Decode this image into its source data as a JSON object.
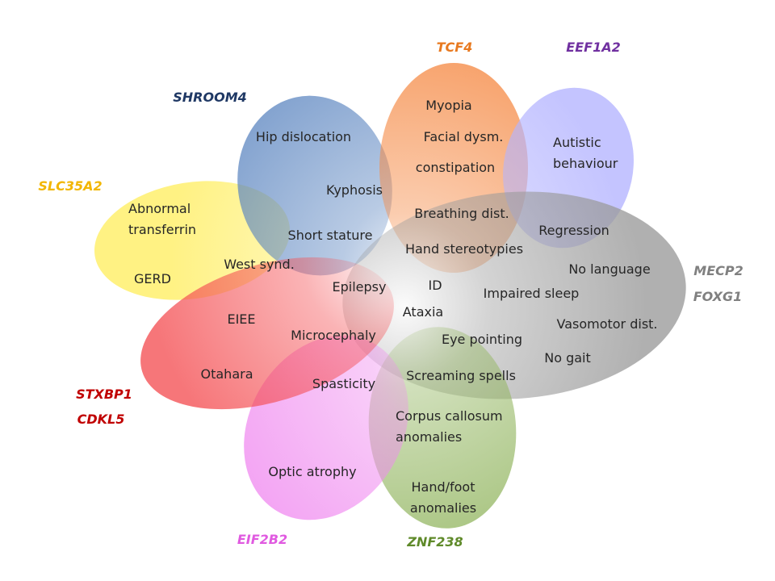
{
  "petals": [
    {
      "gene": "SLC35A2",
      "color": "#ffee60"
    },
    {
      "gene": "SHROOM4",
      "color": "#5b85c0"
    },
    {
      "gene": "TCF4",
      "color": "#f58a45"
    },
    {
      "gene": "EEF1A2",
      "color": "#b4b4ff"
    },
    {
      "gene": "MECP2 / FOXG1",
      "color": "#9a9a9a"
    },
    {
      "gene": "ZNF238",
      "color": "#93b661"
    },
    {
      "gene": "EIF2B2",
      "color": "#f08cf0"
    },
    {
      "gene": "STXBP1 / CDKL5",
      "color": "#f44f53"
    }
  ],
  "gene_labels": [
    {
      "text": "TCF4",
      "color": "#e8791f"
    },
    {
      "text": "EEF1A2",
      "color": "#7030a0"
    },
    {
      "text": "SHROOM4",
      "color": "#1f3864"
    },
    {
      "text": "SLC35A2",
      "color": "#f2b600"
    },
    {
      "text": "MECP2",
      "color": "#808080"
    },
    {
      "text": "FOXG1",
      "color": "#808080"
    },
    {
      "text": "STXBP1",
      "color": "#c00000"
    },
    {
      "text": "CDKL5",
      "color": "#c00000"
    },
    {
      "text": "EIF2B2",
      "color": "#e05ae0"
    },
    {
      "text": "ZNF238",
      "color": "#5f8a2a"
    }
  ],
  "terms": [
    "Myopia",
    "Facial dysm.",
    "constipation",
    "Autistic",
    "behaviour",
    "Hip dislocation",
    "Kyphosis",
    "Breathing dist.",
    "Regression",
    "Abnormal",
    "transferrin",
    "Short stature",
    "Hand stereotypies",
    "No language",
    "West synd.",
    "GERD",
    "Epilepsy",
    "ID",
    "Impaired sleep",
    "Ataxia",
    "EIEE",
    "Microcephaly",
    "Vasomotor dist.",
    "Eye pointing",
    "No gait",
    "Otahara",
    "Spasticity",
    "Screaming spells",
    "Corpus callosum",
    "anomalies",
    "Optic atrophy",
    "Hand/foot",
    "anomalies"
  ]
}
